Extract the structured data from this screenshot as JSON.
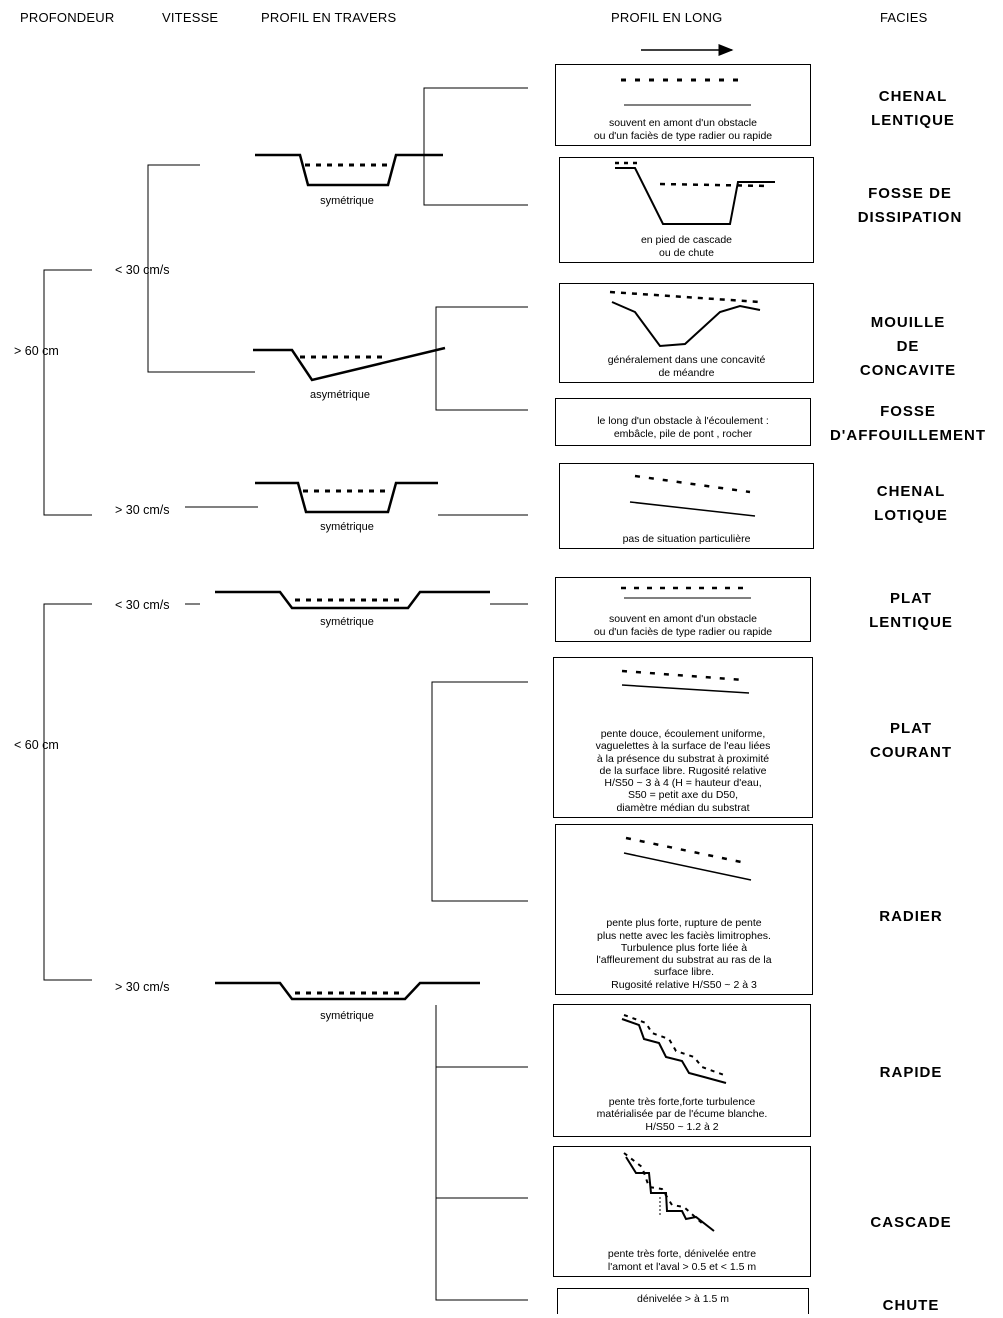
{
  "headers": {
    "profondeur": "PROFONDEUR",
    "vitesse": "VITESSE",
    "profil_travers": "PROFIL EN TRAVERS",
    "profil_long": "PROFIL EN LONG",
    "facies": "FACIES"
  },
  "depth": {
    "deep": "> 60 cm",
    "shallow": "< 60 cm"
  },
  "speeds": {
    "deep_slow": "< 30 cm/s",
    "deep_fast": "> 30 cm/s",
    "shallow_slow": "< 30 cm/s",
    "shallow_fast": "> 30 cm/s"
  },
  "cross_sections": {
    "deep_slow_sym": "symétrique",
    "deep_slow_asym": "asymétrique",
    "deep_fast": "symétrique",
    "shallow_slow": "symétrique",
    "shallow_fast": "symétrique"
  },
  "boxes": [
    {
      "desc": "souvent en amont d'un obstacle\nou d'un faciès de type radier ou rapide"
    },
    {
      "desc": "en pied de cascade\nou de chute"
    },
    {
      "desc": "généralement dans une concavité\nde méandre"
    },
    {
      "desc": "le long d'un obstacle à l'écoulement :\nembâcle, pile de pont , rocher"
    },
    {
      "desc": "pas de situation particulière"
    },
    {
      "desc": "souvent en amont d'un obstacle\nou d'un faciès de type radier ou rapide"
    },
    {
      "desc": "pente douce, écoulement uniforme,\nvaguelettes à la surface de l'eau liées\nà la présence du substrat à proximité\nde la surface libre. Rugosité relative\nH/S50 ~ 3 à 4  (H = hauteur d'eau,\nS50 = petit axe du D50,\ndiamètre médian du substrat"
    },
    {
      "desc": "pente plus forte, rupture de pente\nplus nette avec les faciès limitrophes.\nTurbulence plus forte liée à\nl'affleurement du substrat au ras de la\nsurface libre.\nRugosité relative H/S50 ~ 2 à 3"
    },
    {
      "desc": "pente très forte,forte turbulence\nmatérialisée par de l'écume blanche.\nH/S50 ~ 1.2 à 2"
    },
    {
      "desc": "pente très forte, dénivelée entre\nl'amont et l'aval > 0.5  et < 1.5 m"
    },
    {
      "desc": "dénivelée > à 1.5 m"
    }
  ],
  "facies": [
    "CHENAL\nLENTIQUE",
    "FOSSE DE\nDISSIPATION",
    "MOUILLE DE\nCONCAVITE",
    "FOSSE\nD'AFFOUILLEMENT",
    "CHENAL\nLOTIQUE",
    "PLAT\nLENTIQUE",
    "PLAT\nCOURANT",
    "RADIER",
    "RAPIDE",
    "CASCADE",
    "CHUTE"
  ]
}
